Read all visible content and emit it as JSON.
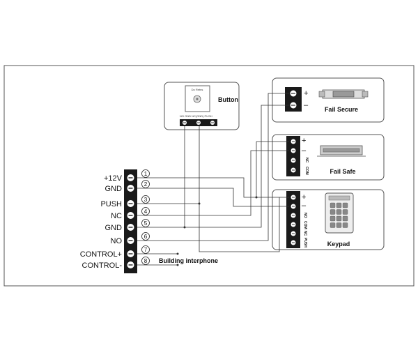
{
  "terminal_labels": [
    "+12V",
    "GND",
    "PUSH",
    "NC",
    "GND",
    "NO",
    "CONTROL+",
    "CONTROL-"
  ],
  "terminal_numbers": [
    "1",
    "2",
    "3",
    "4",
    "5",
    "6",
    "7",
    "8"
  ],
  "button": {
    "title": "Button",
    "face_text": "Do Retns",
    "pin_labels": "NO GND NC(GND) PUSH"
  },
  "fail_secure": {
    "title": "Fail Secure",
    "pins": [
      "+",
      "–"
    ]
  },
  "fail_safe": {
    "title": "Fail Safe",
    "pins": [
      "+",
      "–"
    ],
    "side_labels": [
      "NC",
      "COM"
    ]
  },
  "keypad": {
    "title": "Keypad",
    "pins": [
      "+",
      "–"
    ],
    "side_labels": [
      "NO",
      "COM",
      "NC",
      "PUSH"
    ]
  },
  "interphone_label": "Building interphone"
}
